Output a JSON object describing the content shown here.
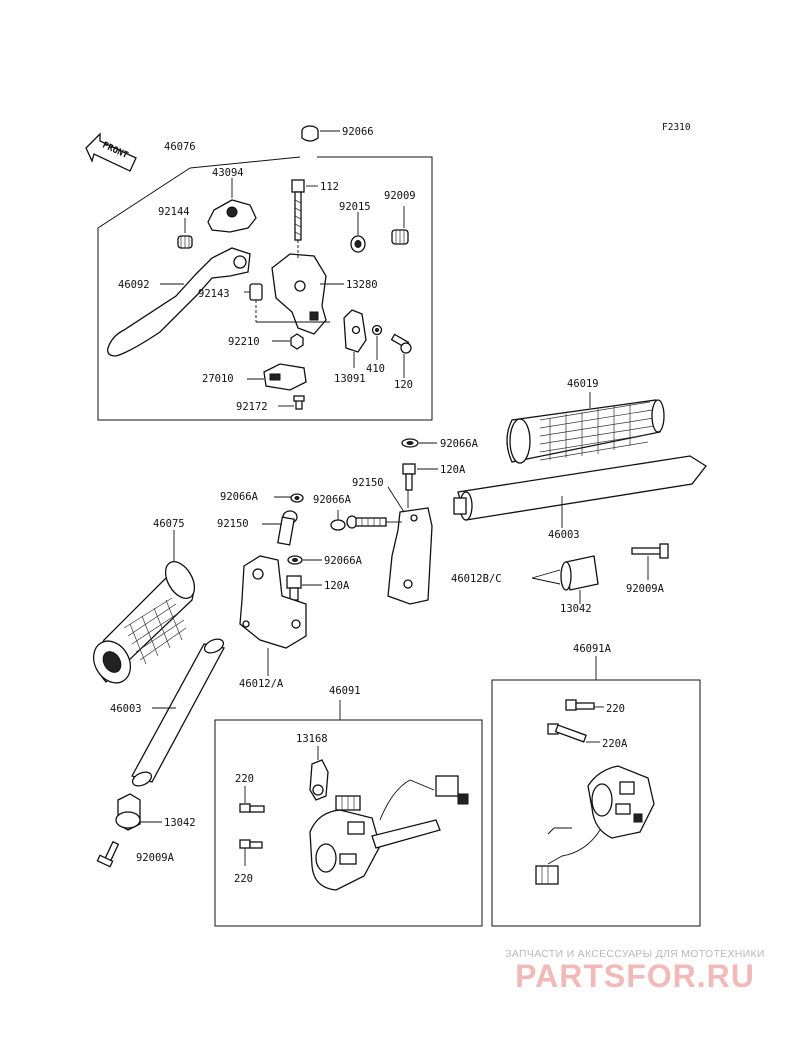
{
  "figure_code": "F2310",
  "front_arrow": "FRONT",
  "labels": {
    "p46076": "46076",
    "p92066": "92066",
    "p43094": "43094",
    "p112": "112",
    "p92015": "92015",
    "p92009": "92009",
    "p92144": "92144",
    "p46092": "46092",
    "p92143": "92143",
    "p13280": "13280",
    "p92210": "92210",
    "p13091": "13091",
    "p410": "410",
    "p120": "120",
    "p27010": "27010",
    "p92172": "92172",
    "p46019": "46019",
    "p92066A_top": "92066A",
    "p120A_top": "120A",
    "p92150_r": "92150",
    "p92066A_l1": "92066A",
    "p92066A_l2": "92066A",
    "p92150_l": "92150",
    "p46075": "46075",
    "p92066A_l3": "92066A",
    "p120A_l": "120A",
    "p46003_r": "46003",
    "p46012BC": "46012B/C",
    "p13042_r": "13042",
    "p92009A_r": "92009A",
    "p46012A": "46012/A",
    "p46091": "46091",
    "p46091A": "46091A",
    "p46003_l": "46003",
    "p13168": "13168",
    "p220_a": "220",
    "p220_b": "220",
    "p220_r": "220",
    "p220A_r": "220A",
    "p13042_l": "13042",
    "p92009A_l": "92009A"
  },
  "watermark": {
    "tagline": "ЗАПЧАСТИ И АКСЕССУАРЫ ДЛЯ МОТОТЕХНИКИ",
    "brand": "PARTSFOR.RU"
  },
  "colors": {
    "line": "#111111",
    "watermark_text": "#b9b9b9",
    "watermark_brand": "#f2b9b9"
  }
}
